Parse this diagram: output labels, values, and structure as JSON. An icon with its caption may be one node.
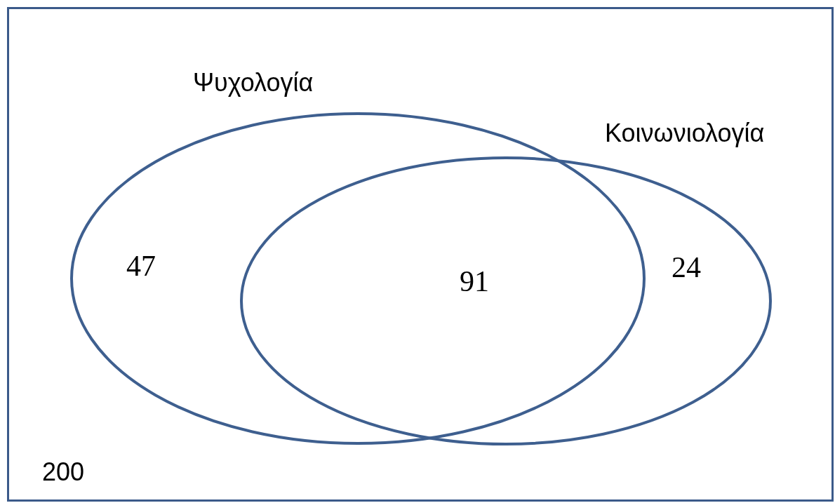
{
  "diagram": {
    "nodes": [
      {
        "text": [
          "200"
        ]
      },
      {
        "text": [
          "Ψυχολογία",
          "47"
        ],
        "in": 0
      },
      {
        "text": [
          "Κοινωνιολογία",
          "24"
        ],
        "in": 0
      }
    ],
    "labels": [
      "91"
    ]
  }
}
